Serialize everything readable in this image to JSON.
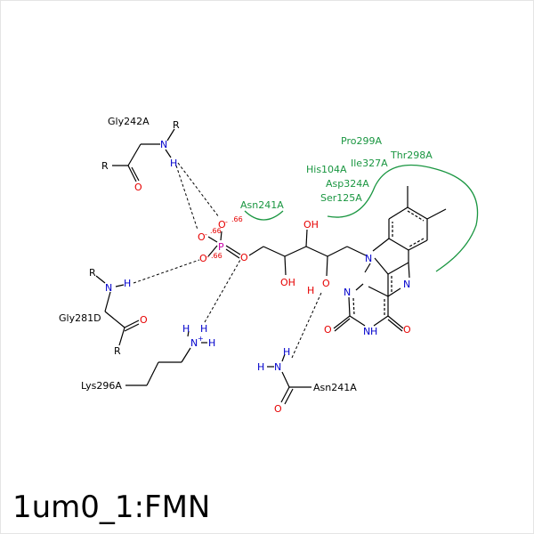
{
  "title": "1um0_1:FMN",
  "colors": {
    "bond": "#000000",
    "oxygen": "#e60000",
    "nitrogen": "#0000cc",
    "phosphorus": "#c700a6",
    "hydrophobic": "#1a9641",
    "frame": "#e4e4e4"
  },
  "residues": {
    "gly242": "Gly242A",
    "gly281": "Gly281D",
    "lys296": "Lys296A",
    "asn241_bottom": "Asn241A",
    "asn241_arc": "Asn241A",
    "pro299": "Pro299A",
    "ile327": "Ile327A",
    "thr298": "Thr298A",
    "his104": "His104A",
    "asp324": "Asp324A",
    "ser125": "Ser125A"
  },
  "atoms": {
    "R": "R",
    "N": "N",
    "H": "H",
    "O": "O",
    "P": "P",
    "OH": "OH",
    "charge_066": ".66",
    "minus": "-",
    "plus": "+"
  }
}
